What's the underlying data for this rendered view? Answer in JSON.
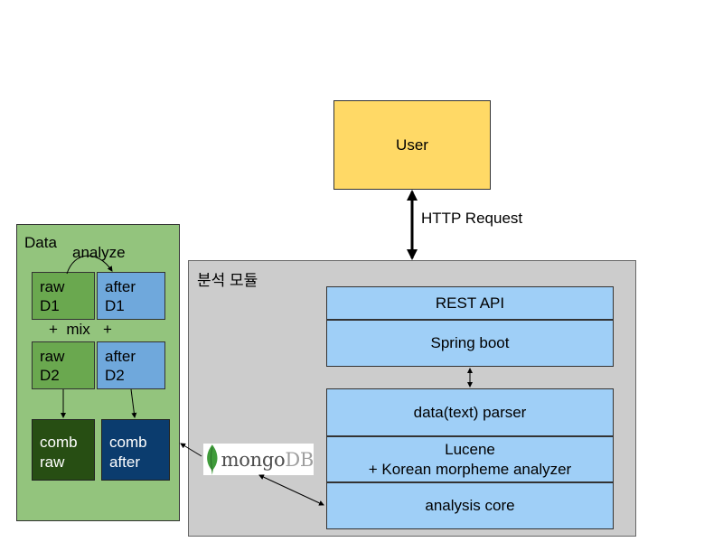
{
  "user": {
    "label": "User"
  },
  "http": {
    "label": "HTTP Request"
  },
  "module": {
    "title": "분석 모듈",
    "rest_api": "REST API",
    "spring_boot": "Spring boot",
    "parser": "data(text) parser",
    "lucene": "Lucene\n+ Korean morpheme analyzer",
    "core": "analysis core"
  },
  "data": {
    "title": "Data",
    "analyze": "analyze",
    "raw1": "raw\nD1",
    "after1": "after\nD1",
    "mix": "+  mix   +",
    "raw2": "raw\nD2",
    "after2": "after\nD2",
    "comb_raw": "comb\nraw",
    "comb_after": "comb\nafter"
  },
  "mongo": {
    "main": "mongo",
    "suffix": "DB",
    "icon": "mongodb-leaf-icon"
  },
  "colors": {
    "user": "#ffd966",
    "module_bg": "#cccccc",
    "layer": "#9fcff7",
    "data_bg": "#93c47d",
    "raw": "#6aa84f",
    "after": "#6fa8dc",
    "comb_raw": "#274e13",
    "comb_after": "#0b3c6e"
  }
}
